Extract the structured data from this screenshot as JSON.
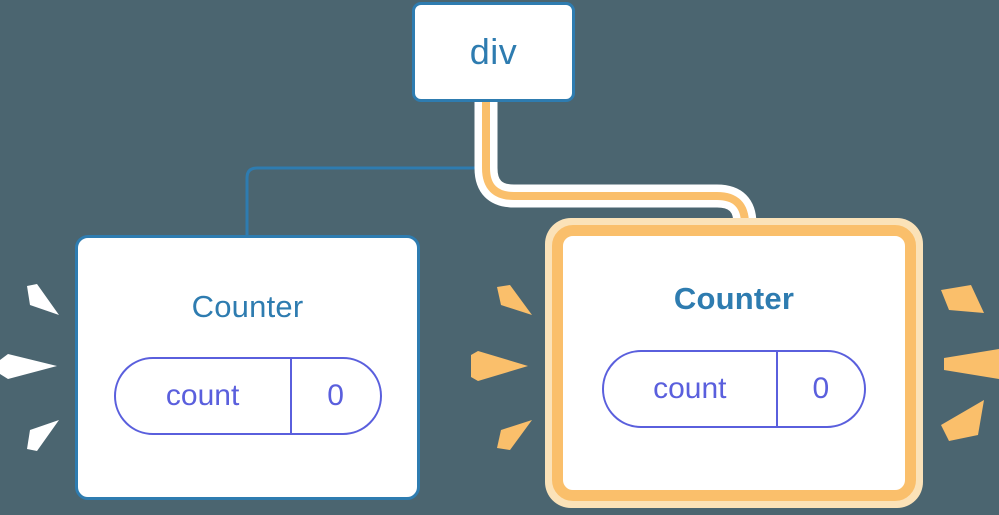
{
  "diagram": {
    "title": "component-tree-rerender",
    "background_color": "#4b6570",
    "root": {
      "label": "div",
      "border_color": "#2e7cb0",
      "text_color": "#2e7cb0"
    },
    "children": [
      {
        "id": "counter-left",
        "title": "Counter",
        "state_key": "count",
        "state_value": "0",
        "highlighted": false,
        "border_color": "#2e7cb0",
        "title_color": "#2e7cb0",
        "pill_color": "#5a5fdd",
        "burst_color": "#ffffff",
        "edge_color": "#2e7cb0"
      },
      {
        "id": "counter-right",
        "title": "Counter",
        "state_key": "count",
        "state_value": "0",
        "highlighted": true,
        "border_color": "#fabf6b",
        "glow_color": "#fbe2b8",
        "title_color": "#2e7cb0",
        "pill_color": "#5a5fdd",
        "burst_color": "#fabf6b",
        "edge_color": "#fabf6b",
        "edge_casing_color": "#ffffff"
      }
    ],
    "edges": [
      {
        "name": "edge-div-to-left-counter",
        "color": "#2e7cb0",
        "style": "thin"
      },
      {
        "name": "edge-div-to-right-counter",
        "color": "#fabf6b",
        "style": "thick-with-white-casing"
      }
    ],
    "bursts": [
      {
        "name": "burst-left-of-left-counter",
        "color": "#ffffff",
        "rays": 3,
        "direction": "left"
      },
      {
        "name": "burst-right-of-left-counter",
        "color": "#fabf6b",
        "rays": 3,
        "direction": "right"
      },
      {
        "name": "burst-right-of-right-counter",
        "color": "#fabf6b",
        "rays": 3,
        "direction": "right"
      }
    ]
  }
}
